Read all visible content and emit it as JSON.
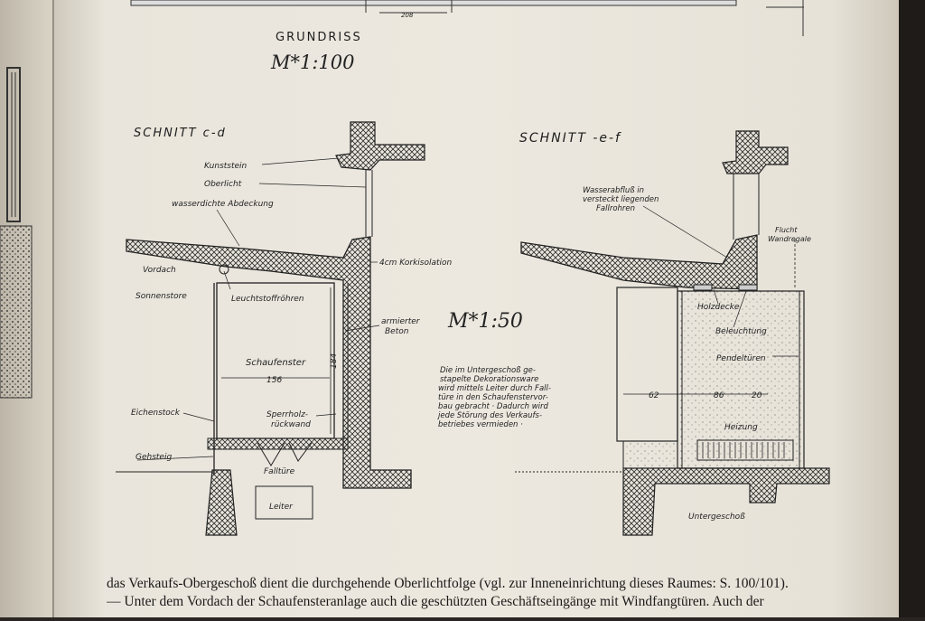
{
  "drawing": {
    "top_dimension": "208",
    "grundriss_title": "GRUNDRISS",
    "grundriss_scale": "M*1:100",
    "section_cd_title": "SCHNITT c-d",
    "section_ef_title": "SCHNITT -e-f",
    "scale_main": "M*1:50",
    "labels_cd": {
      "kunststein": "Kunststein",
      "oberlicht": "Oberlicht",
      "abdeckung": "wasserdichte Abdeckung",
      "vordach": "Vordach",
      "sonnenstore": "Sonnenstore",
      "leuchtstoff": "Leuchtstoffröhren",
      "korkisolation": "4cm Korkisolation",
      "armierter": "armierter",
      "beton": "Beton",
      "schaufenster": "Schaufenster",
      "dim_156": "156",
      "dim_184": "184",
      "eichenstock": "Eichenstock",
      "sperrholz1": "Sperrholz-",
      "sperrholz2": "rückwand",
      "gehsteig": "Gehsteig",
      "falltuere": "Falltüre",
      "leiter": "Leiter"
    },
    "note_lines": [
      "Die im Untergeschoß ge-",
      "stapelte Dekorationsware",
      "wird mittels Leiter durch Fall-",
      "türe in den Schaufenstervor-",
      "bau gebracht · Dadurch wird",
      "jede Störung des Verkaufs-",
      "betriebes vermieden ·"
    ],
    "labels_ef": {
      "wasser1": "Wasserabfluß in",
      "wasser2": "versteckt liegenden",
      "wasser3": "Fallrohren",
      "flucht1": "Flucht",
      "flucht2": "Wandregale",
      "holzdecke": "Holzdecke",
      "beleuchtung": "Beleuchtung",
      "pendeltueren": "Pendeltüren",
      "dim_62": "62",
      "dim_86": "86",
      "dim_20": "20",
      "heizung": "Heizung",
      "untergeschoss": "Untergeschoß"
    }
  },
  "caption": {
    "line1": "das Verkaufs-Obergeschoß dient die durchgehende Oberlichtfolge (vgl. zur Inneneinrichtung dieses Raumes: S. 100/101).",
    "line2": "— Unter dem Vordach der Schaufensteranlage auch die geschützten Geschäftseingänge mit Windfangtüren. Auch der"
  }
}
